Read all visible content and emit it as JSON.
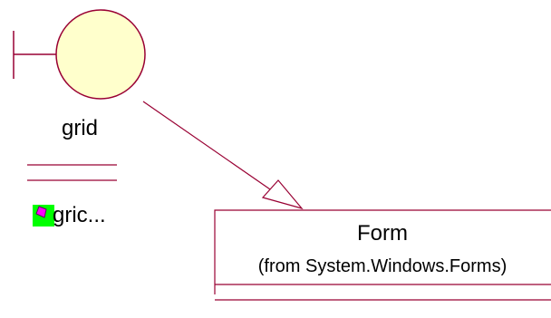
{
  "diagram": {
    "boundary_class": {
      "name": "grid",
      "stereotype_icon": "boundary-icon",
      "attribute": {
        "text": "gric...",
        "icon": "private-attribute-icon",
        "icon_color": "#00ff00",
        "icon_accent_color": "#ff00ff"
      }
    },
    "form_class": {
      "name": "Form",
      "package_note": "(from System.Windows.Forms)"
    },
    "relationship": {
      "type": "generalization",
      "from": "grid",
      "to": "Form"
    },
    "colors": {
      "boundary_fill": "#ffffcc",
      "outline": "#990033",
      "background": "#ffffff"
    }
  }
}
